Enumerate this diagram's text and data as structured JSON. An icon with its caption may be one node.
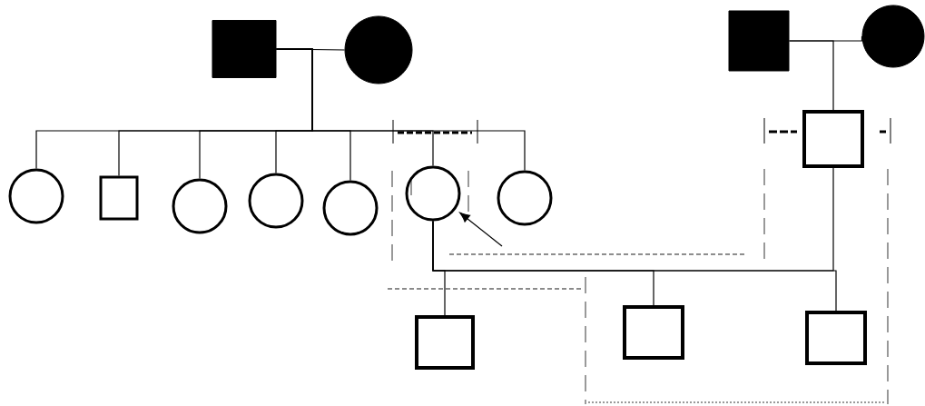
{
  "diagram": {
    "nodes": [
      {
        "text": [],
        "shape": "box"
      },
      {
        "text": [],
        "shape": "circle"
      },
      {
        "text": [],
        "shape": "box"
      },
      {
        "text": [],
        "shape": "circle"
      },
      {
        "text": [],
        "shape": "circle"
      },
      {
        "text": [],
        "shape": "box"
      },
      {
        "text": [],
        "shape": "circle"
      },
      {
        "text": [],
        "shape": "circle"
      },
      {
        "text": [],
        "shape": "circle"
      },
      {
        "text": [],
        "shape": "circle"
      },
      {
        "text": [],
        "shape": "circle"
      },
      {
        "text": [],
        "shape": "box"
      },
      {
        "text": [],
        "shape": "box"
      },
      {
        "text": [],
        "shape": "box"
      },
      {
        "text": [],
        "shape": "box"
      }
    ],
    "edges": [
      {
        "from": 0,
        "to": 1,
        "arrow": "none"
      },
      {
        "from": 0,
        "to": 4,
        "arrow": "none"
      },
      {
        "from": 0,
        "to": 5,
        "arrow": "none"
      },
      {
        "from": 0,
        "to": 6,
        "arrow": "none"
      },
      {
        "from": 0,
        "to": 7,
        "arrow": "none"
      },
      {
        "from": 0,
        "to": 8,
        "arrow": "none"
      },
      {
        "from": 0,
        "to": 9,
        "arrow": "none"
      },
      {
        "from": 0,
        "to": 10,
        "arrow": "none"
      },
      {
        "from": 2,
        "to": 3,
        "arrow": "none"
      },
      {
        "from": 2,
        "to": 11,
        "arrow": "none"
      },
      {
        "from": 9,
        "to": 11,
        "arrow": "none"
      },
      {
        "from": 9,
        "to": 12,
        "arrow": "none"
      },
      {
        "from": 9,
        "to": 13,
        "arrow": "none"
      },
      {
        "from": 9,
        "to": 14,
        "arrow": "none"
      },
      {
        "from": null,
        "to": 9,
        "arrow": "to"
      }
    ]
  }
}
